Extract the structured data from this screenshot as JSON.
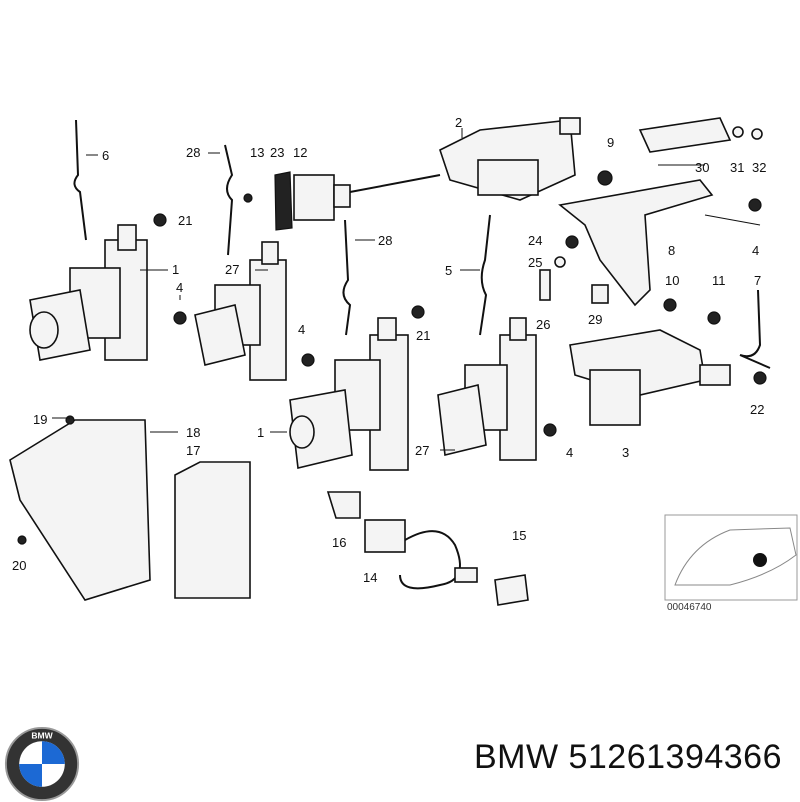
{
  "diagram": {
    "callouts": [
      "1",
      "2",
      "3",
      "4",
      "5",
      "6",
      "7",
      "8",
      "9",
      "10",
      "11",
      "12",
      "13",
      "14",
      "15",
      "16",
      "17",
      "18",
      "19",
      "20",
      "21",
      "22",
      "23",
      "24",
      "25",
      "26",
      "27",
      "28",
      "29",
      "30",
      "31",
      "32"
    ],
    "inset_reference": "00046740"
  },
  "footer": {
    "brand": "BMW",
    "part_number": "51261394366",
    "logo_letters": "BMW"
  }
}
